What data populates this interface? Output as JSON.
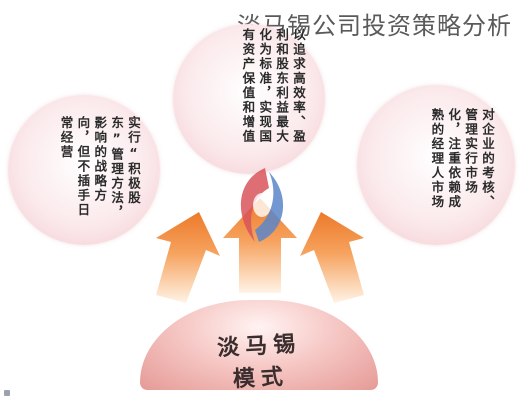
{
  "title": "淡马锡公司投资策略分析",
  "center_label": "淡马锡模式",
  "nodes": [
    {
      "id": "left",
      "text": "实行“积极股东”管理方法，影响的战略方向，但不插手日常经营"
    },
    {
      "id": "top",
      "text": "以追求高效率、盈利和股东利益最大化为标准，实现国有资产保值和增值"
    },
    {
      "id": "right",
      "text": "对企业的考核、管理实行市场化，注重依赖成熟的经理人市场"
    }
  ],
  "icons": [
    "arrow-up-left-icon",
    "arrow-up-icon",
    "arrow-up-right-icon",
    "swirl-logo-icon"
  ],
  "colors": {
    "arrow": "#f08a3c",
    "bubble": "#f6d7dc",
    "dome": "#eeaaa6",
    "logo_blue": "#5b86c9",
    "logo_red": "#d14b4b"
  }
}
